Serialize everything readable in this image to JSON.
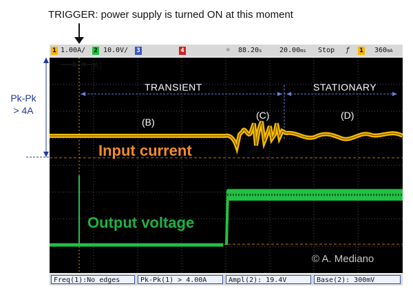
{
  "annotation": {
    "trigger_text": "TRIGGER: power supply is turned ON at this moment",
    "pkpk_line1": "Pk-Pk",
    "pkpk_line2": "> 4A",
    "label_a": "(A)",
    "label_b": "(B)",
    "label_c": "(C)",
    "label_d": "(D)",
    "transient": "TRANSIENT",
    "stationary": "STATIONARY",
    "input_title": "Input current",
    "output_title": "Output voltage",
    "credit": "© A. Mediano"
  },
  "scope_top": {
    "ch1_num": "1",
    "ch1_scale": "1.00A/",
    "ch2_num": "2",
    "ch2_scale": "10.0V/",
    "ch3_num": "3",
    "ch4_num": "4",
    "time_pos": "88.20",
    "time_div": "20.00",
    "run_state": "Stop",
    "trig_ch": "1",
    "trig_level": "360"
  },
  "scope_bottom": {
    "m1": "Freq(1):No edges",
    "m2": "Pk-Pk(1) > 4.00A",
    "m3": "Ampl(2): 19.4V",
    "m4": "Base(2): 300mV"
  },
  "colors": {
    "ch1": "#f5b800",
    "ch2": "#22c043",
    "ch3": "#3a57c8",
    "ch4": "#d02020",
    "annotation_blue": "#1a3a9c"
  }
}
